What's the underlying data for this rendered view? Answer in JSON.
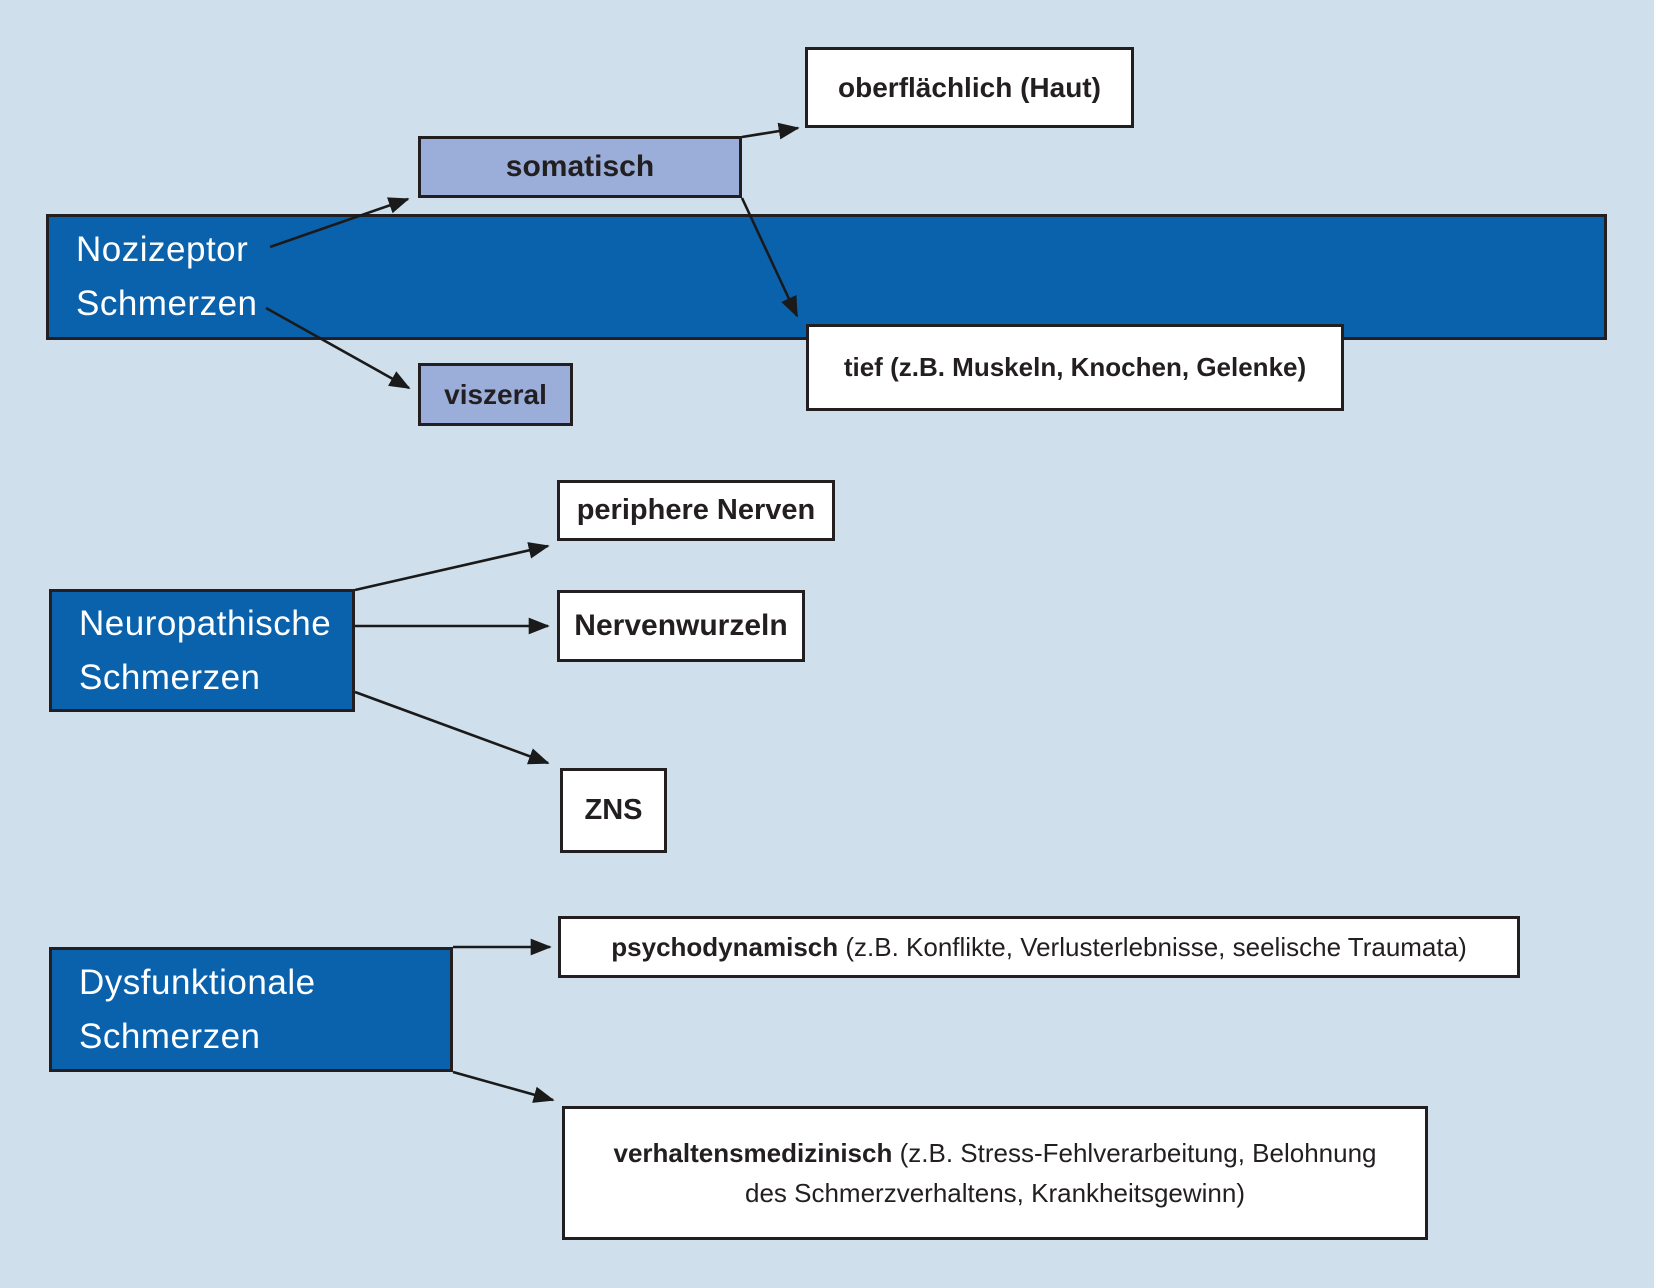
{
  "colors": {
    "background": "#cfe0ec",
    "bar_blue": "#0a62ad",
    "periwinkle": "#9aaed9",
    "white": "#ffffff",
    "box_border": "#231f20",
    "text_dark": "#231f20",
    "text_light": "#ffffff",
    "arrow": "#1a1a1a"
  },
  "nodes": {
    "nozizeptor": {
      "line1": "Nozizeptor",
      "line2": "Schmerzen"
    },
    "somatisch": {
      "label": "somatisch"
    },
    "oberflaechlich": {
      "label": "oberflächlich (Haut)"
    },
    "tief": {
      "label": "tief (z.B. Muskeln, Knochen, Gelenke)"
    },
    "viszeral": {
      "label": "viszeral"
    },
    "neuropathisch": {
      "line1": "Neuropathische",
      "line2": "Schmerzen"
    },
    "periphere_nerven": {
      "label": "periphere Nerven"
    },
    "nervenwurzeln": {
      "label": "Nervenwurzeln"
    },
    "zns": {
      "label": "ZNS"
    },
    "dysfunktional": {
      "line1": "Dysfunktionale",
      "line2": "Schmerzen"
    },
    "psychodynamisch": {
      "bold": "psychodynamisch",
      "rest": " (z.B. Konflikte, Verlusterlebnisse, seelische Traumata)"
    },
    "verhaltensmedizinisch": {
      "bold": "verhaltensmedizinisch",
      "line1_rest": " (z.B. Stress-Fehlverarbeitung, Belohnung",
      "line2": "des Schmerzverhaltens, Krankheitsgewinn)"
    }
  },
  "edges": [
    {
      "from": "nozizeptor",
      "to": "somatisch"
    },
    {
      "from": "nozizeptor",
      "to": "viszeral"
    },
    {
      "from": "somatisch",
      "to": "oberflaechlich"
    },
    {
      "from": "somatisch",
      "to": "tief"
    },
    {
      "from": "neuropathisch",
      "to": "periphere_nerven"
    },
    {
      "from": "neuropathisch",
      "to": "nervenwurzeln"
    },
    {
      "from": "neuropathisch",
      "to": "zns"
    },
    {
      "from": "dysfunktional",
      "to": "psychodynamisch"
    },
    {
      "from": "dysfunktional",
      "to": "verhaltensmedizinisch"
    }
  ]
}
